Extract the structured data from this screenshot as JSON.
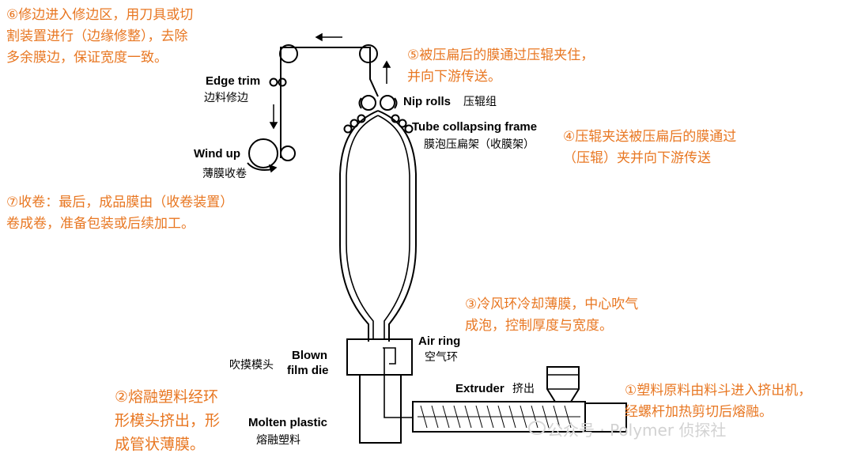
{
  "notes": {
    "step6": [
      "⑥修边进入修边区，用刀具或切",
      "割装置进行（边缘修整），去除",
      "多余膜边，保证宽度一致。"
    ],
    "step5": [
      "⑤被压扁后的膜通过压辊夹住，",
      "并向下游传送。"
    ],
    "step4": [
      "④压辊夹送被压扁后的膜通过",
      "（压辊）夹并向下游传送"
    ],
    "step7": [
      "⑦收卷：最后，成品膜由（收卷装置）",
      "卷成卷，准备包装或后续加工。"
    ],
    "step3": [
      "③冷风环冷却薄膜，中心吹气",
      "成泡，控制厚度与宽度。"
    ],
    "step2": [
      "②熔融塑料经环",
      "形模头挤出，形",
      "成管状薄膜。"
    ],
    "step1": [
      "①塑料原料由料斗进入挤出机，",
      "经螺杆加热剪切后熔融。"
    ]
  },
  "labels": {
    "edge_trim_en": "Edge trim",
    "edge_trim_zh": "边料修边",
    "wind_up_en": "Wind up",
    "wind_up_zh": "薄膜收卷",
    "nip_rolls_en": "Nip rolls",
    "nip_rolls_zh": "压辊组",
    "tube_frame_en": "Tube collapsing frame",
    "tube_frame_zh": "膜泡压扁架（收膜架）",
    "air_ring_en": "Air ring",
    "air_ring_zh": "空气环",
    "blown_die_en_1": "Blown",
    "blown_die_en_2": "film die",
    "blown_die_zh": "吹摸模头",
    "extruder_en": "Extruder",
    "extruder_zh": "挤出",
    "molten_en": "Molten plastic",
    "molten_zh": "熔融塑料"
  },
  "watermark": "公众号 · Polymer 侦探社",
  "colors": {
    "annotation": "#e87722",
    "line": "#000000"
  }
}
